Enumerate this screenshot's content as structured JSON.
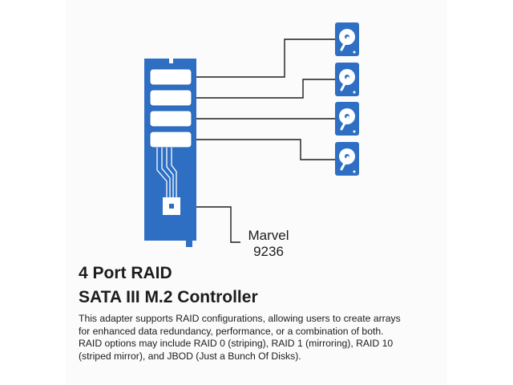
{
  "chip": {
    "name": "Marvel",
    "model": "9236"
  },
  "title": {
    "line1": "4 Port RAID",
    "line2": "SATA III M.2 Controller"
  },
  "description": [
    "This adapter supports RAID configurations, allowing users to create arrays",
    "for enhanced data redundancy, performance, or a combination of both.",
    "RAID options may include RAID 0 (striping), RAID 1 (mirroring), RAID 10",
    "(striped mirror), and JBOD (Just a Bunch Of Disks)."
  ],
  "colors": {
    "board": "#2e6fc4",
    "line": "#1c1c1c",
    "text": "#1c1c1c"
  },
  "icons": {
    "drive": "hard-drive-icon",
    "chip": "controller-chip-icon"
  }
}
